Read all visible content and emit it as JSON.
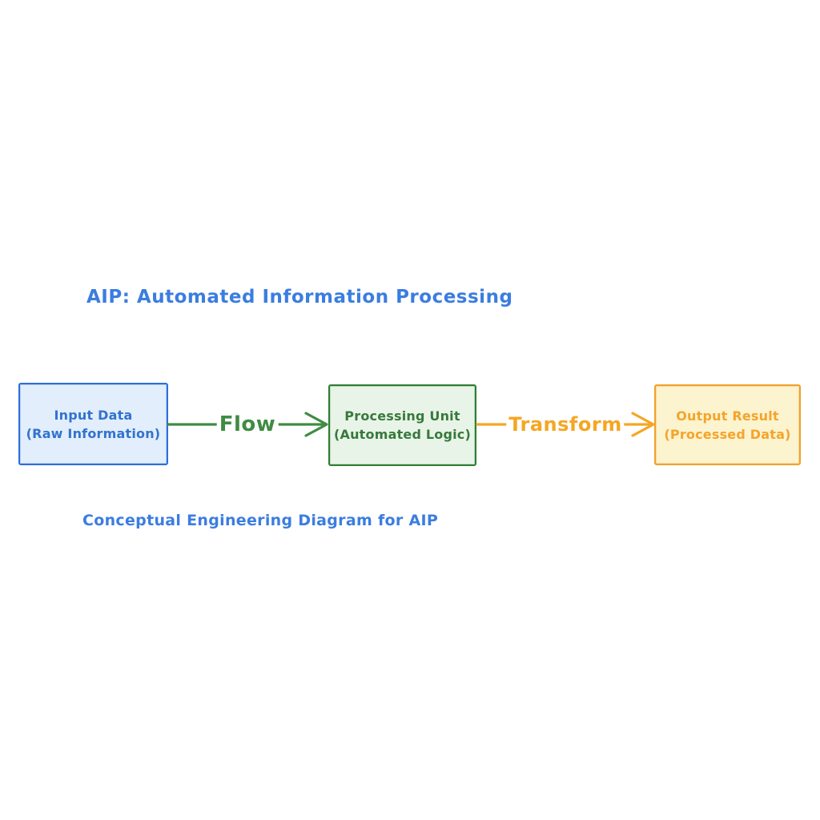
{
  "title": "AIP: Automated Information Processing",
  "caption": "Conceptual Engineering Diagram for AIP",
  "colors": {
    "background": "#ffffff",
    "title_blue": "#3b7de0",
    "blue_border": "#2e6fd9",
    "blue_fill": "#e2eefb",
    "blue_text": "#3372cf",
    "green_border": "#2f7d33",
    "green_fill": "#e9f4e8",
    "green_text": "#38793b",
    "green_arrow": "#3f8c43",
    "orange_border": "#f0a22b",
    "orange_fill": "#fcf3cf",
    "orange_text": "#f4a42a",
    "orange_arrow": "#f5a623"
  },
  "nodes": [
    {
      "id": "input",
      "line1": "Input Data",
      "line2": "(Raw Information)"
    },
    {
      "id": "processing",
      "line1": "Processing Unit",
      "line2": "(Automated Logic)"
    },
    {
      "id": "output",
      "line1": "Output Result",
      "line2": "(Processed Data)"
    }
  ],
  "edges": [
    {
      "from": "input",
      "to": "processing",
      "label": "Flow"
    },
    {
      "from": "processing",
      "to": "output",
      "label": "Transform"
    }
  ]
}
